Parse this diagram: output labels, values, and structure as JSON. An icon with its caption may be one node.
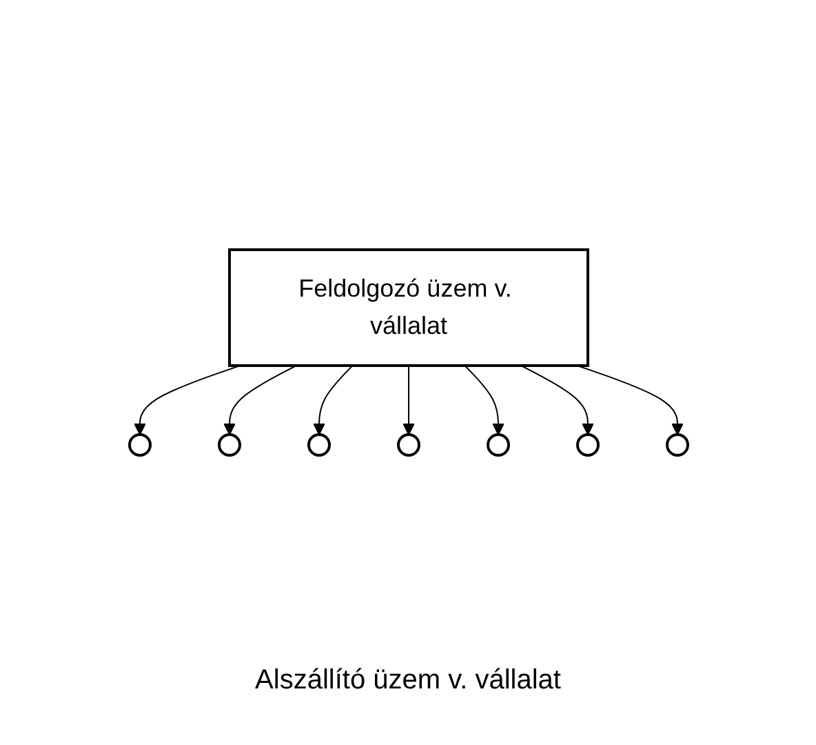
{
  "diagram": {
    "nodes": [
      {
        "text": [
          "Feldolgozó üzem v. vállalat"
        ]
      },
      {
        "text": [],
        "shape": "circle"
      },
      {
        "text": [],
        "shape": "circle"
      },
      {
        "text": [],
        "shape": "circle"
      },
      {
        "text": [],
        "shape": "circle"
      },
      {
        "text": [],
        "shape": "circle"
      },
      {
        "text": [],
        "shape": "circle"
      },
      {
        "text": [],
        "shape": "circle"
      }
    ],
    "edges": [
      {
        "from": 0,
        "to": 1,
        "arrow": "to"
      },
      {
        "from": 0,
        "to": 2,
        "arrow": "to"
      },
      {
        "from": 0,
        "to": 3,
        "arrow": "to"
      },
      {
        "from": 0,
        "to": 4,
        "arrow": "to"
      },
      {
        "from": 0,
        "to": 5,
        "arrow": "to"
      },
      {
        "from": 0,
        "to": 6,
        "arrow": "to"
      },
      {
        "from": 0,
        "to": 7,
        "arrow": "to"
      }
    ],
    "labels": [
      "Alszállító üzem v. vállalat"
    ]
  }
}
